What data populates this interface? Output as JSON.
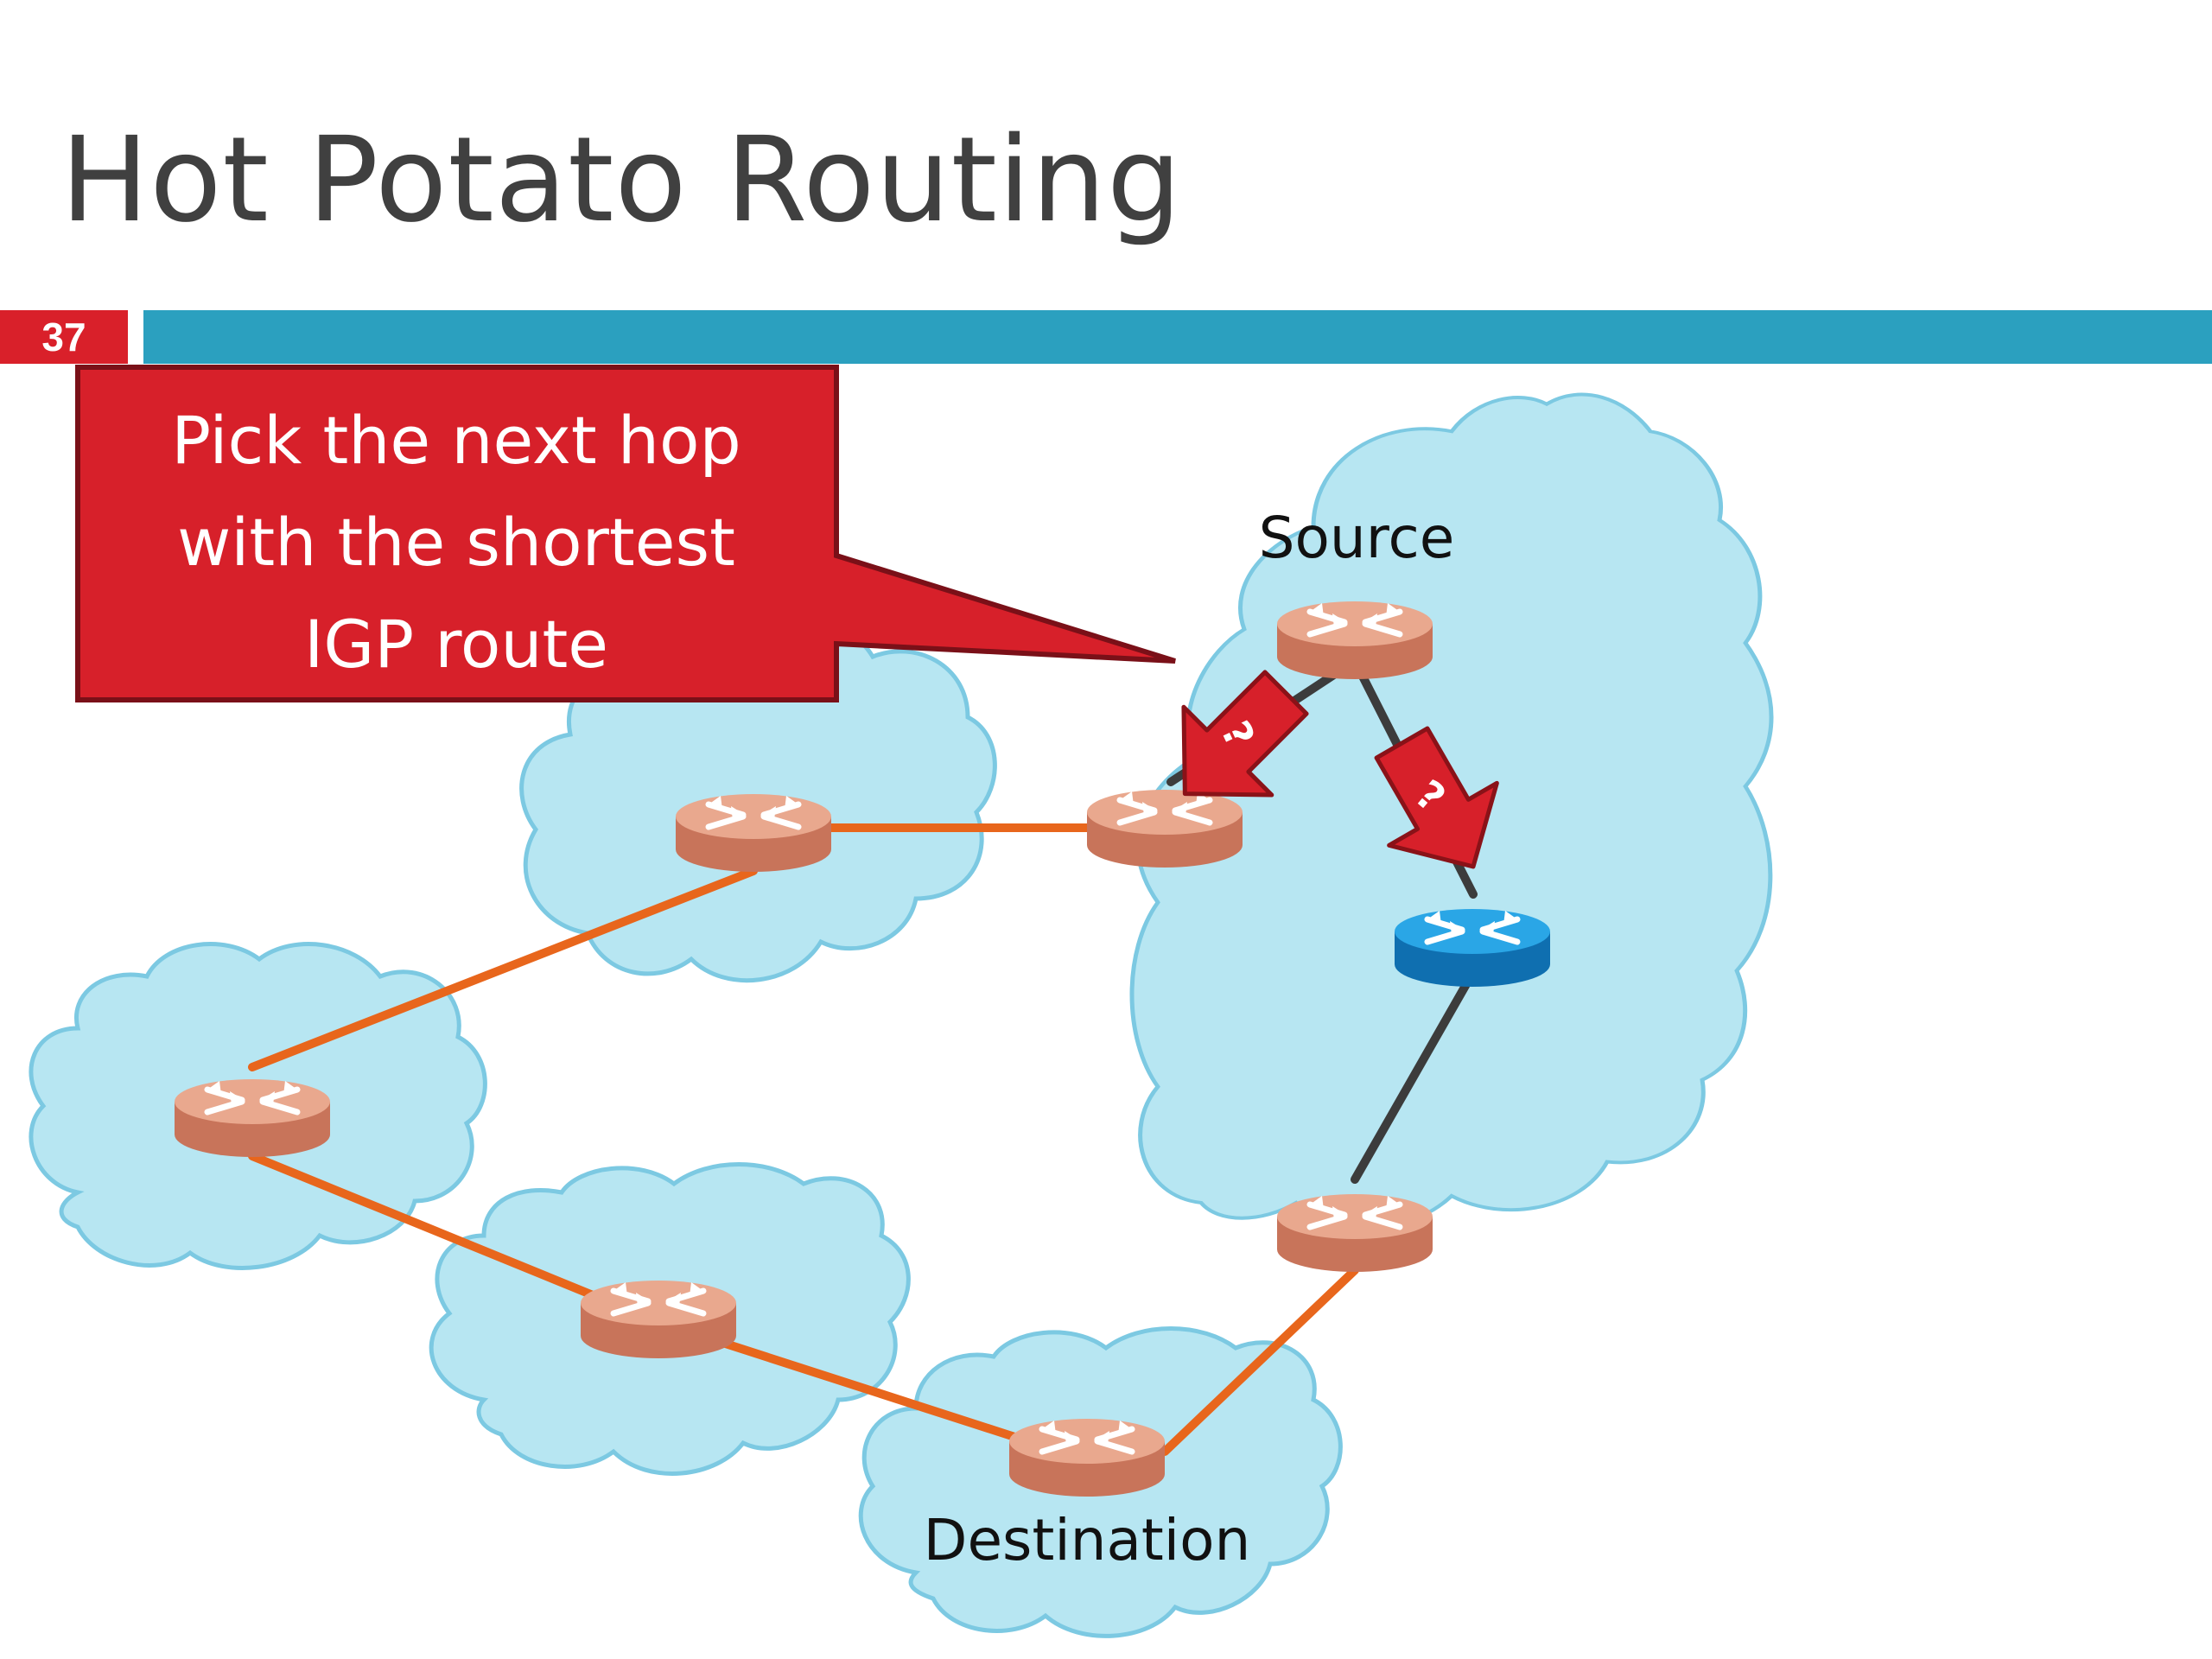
{
  "slide": {
    "title": "Hot Potato Routing",
    "number": "37"
  },
  "colors": {
    "accent_bar": "#2ba0bf",
    "number_badge": "#d9202a",
    "callout_fill": "#d7202a",
    "callout_border": "#7a1018",
    "cloud_fill": "#b7e6f2",
    "cloud_stroke": "#7cc9e2",
    "inter_as_link": "#e8661c",
    "intra_as_link": "#3c3c3c",
    "router": "#d98a6a",
    "router_selected": "#1a8ed2"
  },
  "callout": {
    "lines": [
      "Pick the next hop",
      "with the shortest",
      "IGP route"
    ]
  },
  "labels": {
    "source": "Source",
    "destination": "Destination"
  },
  "arrows": [
    {
      "label": "?"
    },
    {
      "label": "?"
    }
  ],
  "diagram": {
    "routers": [
      {
        "id": "r-source",
        "role": "source",
        "icon": "router-icon"
      },
      {
        "id": "r-egress-left",
        "role": "egress",
        "icon": "router-icon"
      },
      {
        "id": "r-egress-right",
        "role": "egress",
        "selected": true,
        "icon": "router-icon"
      },
      {
        "id": "r-source-as-bottom",
        "role": "border",
        "icon": "router-icon"
      },
      {
        "id": "r-upper-middle",
        "role": "transit",
        "icon": "router-icon"
      },
      {
        "id": "r-far-left",
        "role": "transit",
        "icon": "router-icon"
      },
      {
        "id": "r-lower-middle",
        "role": "transit",
        "icon": "router-icon"
      },
      {
        "id": "r-destination",
        "role": "destination",
        "icon": "router-icon"
      }
    ],
    "links": [
      {
        "from": "r-source",
        "to": "r-egress-left",
        "type": "intra-as"
      },
      {
        "from": "r-source",
        "to": "r-egress-right",
        "type": "intra-as"
      },
      {
        "from": "r-egress-right",
        "to": "r-source-as-bottom",
        "type": "intra-as"
      },
      {
        "from": "r-egress-left",
        "to": "r-upper-middle",
        "type": "inter-as"
      },
      {
        "from": "r-upper-middle",
        "to": "r-far-left",
        "type": "inter-as"
      },
      {
        "from": "r-far-left",
        "to": "r-lower-middle",
        "type": "inter-as"
      },
      {
        "from": "r-lower-middle",
        "to": "r-destination",
        "type": "inter-as"
      },
      {
        "from": "r-destination",
        "to": "r-source-as-bottom",
        "type": "inter-as"
      }
    ]
  }
}
